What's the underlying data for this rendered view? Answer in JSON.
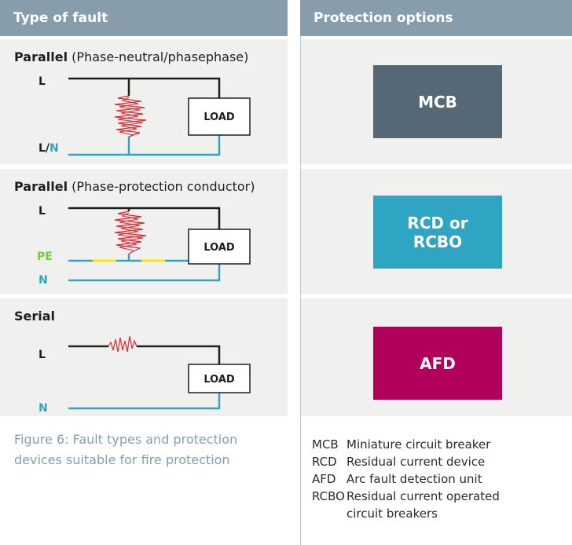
{
  "headers": {
    "left": "Type of fault",
    "right": "Protection options"
  },
  "faults": [
    {
      "title_bold": "Parallel",
      "title_rest": " (Phase-neutral/phasephase)",
      "labels": {
        "top": "L",
        "bottom_a": "L/",
        "bottom_b": "N"
      },
      "load": "LOAD"
    },
    {
      "title_bold": "Parallel",
      "title_rest": " (Phase-protection conductor)",
      "labels": {
        "top": "L",
        "pe": "PE",
        "bottom": "N"
      },
      "load": "LOAD"
    },
    {
      "title_bold": "Serial",
      "title_rest": "",
      "labels": {
        "top": "L",
        "bottom": "N"
      },
      "load": "LOAD"
    }
  ],
  "protection": [
    {
      "line1": "MCB",
      "line2": "",
      "color": "#566876"
    },
    {
      "line1": "RCD or",
      "line2": "RCBO",
      "color": "#2ea6c3"
    },
    {
      "line1": "AFD",
      "line2": "",
      "color": "#b0005a"
    }
  ],
  "caption": "Figure 6: Fault types and protection devices suitable for fire protection",
  "legend": [
    {
      "abbr": "MCB",
      "text": "Miniature circuit breaker"
    },
    {
      "abbr": "RCD",
      "text": "Residual current device"
    },
    {
      "abbr": "AFD",
      "text": "Arc fault detection unit"
    },
    {
      "abbr": "RCBO",
      "text": "Residual current operated"
    },
    {
      "abbr": "",
      "text": "circuit breakers"
    }
  ],
  "colors": {
    "header": "#879dab",
    "panel": "#f0f0ee",
    "wire_dark": "#1e1e1e",
    "wire_blue": "#2ea6c3",
    "pe_green": "#7ac943",
    "pe_yellow": "#ffe600",
    "fault_red": "#e0262f"
  }
}
